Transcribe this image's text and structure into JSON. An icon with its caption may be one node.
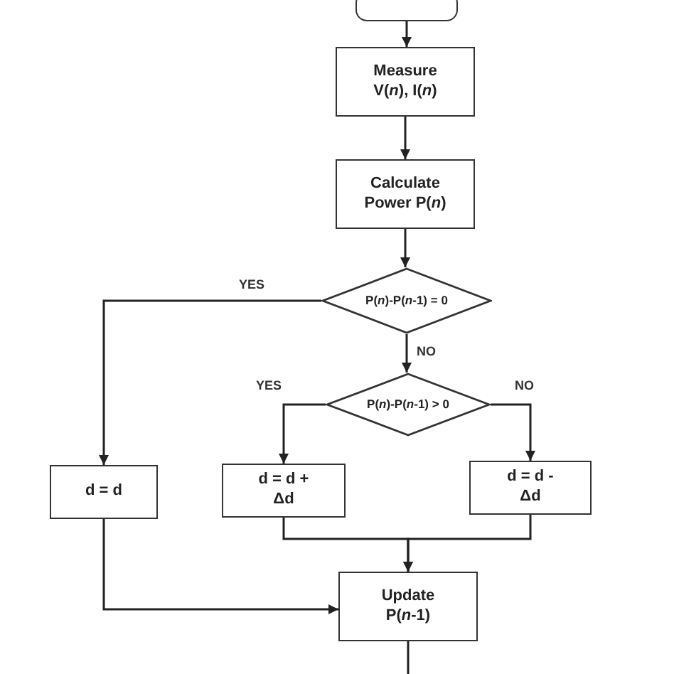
{
  "diagram": {
    "nodes": [
      {
        "text": [],
        "shape": "box"
      },
      {
        "text": [
          "Measure V(*n*), I(*n*)"
        ]
      },
      {
        "text": [
          "Calculate Power P(*n*)"
        ]
      },
      {
        "text": [
          "P(*n*)-P(*n*-1) = 0"
        ]
      },
      {
        "text": [
          "P(*n*)-P(*n*-1) > 0"
        ]
      },
      {
        "text": [
          "d = d"
        ]
      },
      {
        "text": [
          "d = d + Δd"
        ]
      },
      {
        "text": [
          "d = d - Δd"
        ]
      },
      {
        "text": [
          "Update P(*n*-1)"
        ]
      }
    ],
    "edges": [
      {
        "from": 0,
        "to": 1,
        "arrow": "to"
      },
      {
        "from": 1,
        "to": 2,
        "arrow": "to"
      },
      {
        "from": 2,
        "to": 3,
        "arrow": "to"
      },
      {
        "from": 3,
        "to": 5,
        "arrow": "to",
        "label": "YES"
      },
      {
        "from": 3,
        "to": 4,
        "arrow": "to",
        "label": "NO"
      },
      {
        "from": 4,
        "to": 6,
        "arrow": "to",
        "label": "YES"
      },
      {
        "from": 4,
        "to": 7,
        "arrow": "to",
        "label": "NO"
      },
      {
        "from": 6,
        "to": 8,
        "arrow": "to"
      },
      {
        "from": 7,
        "to": 8,
        "arrow": "to"
      },
      {
        "from": 5,
        "to": 8,
        "arrow": "to"
      },
      {
        "from": 8,
        "to": null,
        "arrow": "none"
      }
    ]
  }
}
